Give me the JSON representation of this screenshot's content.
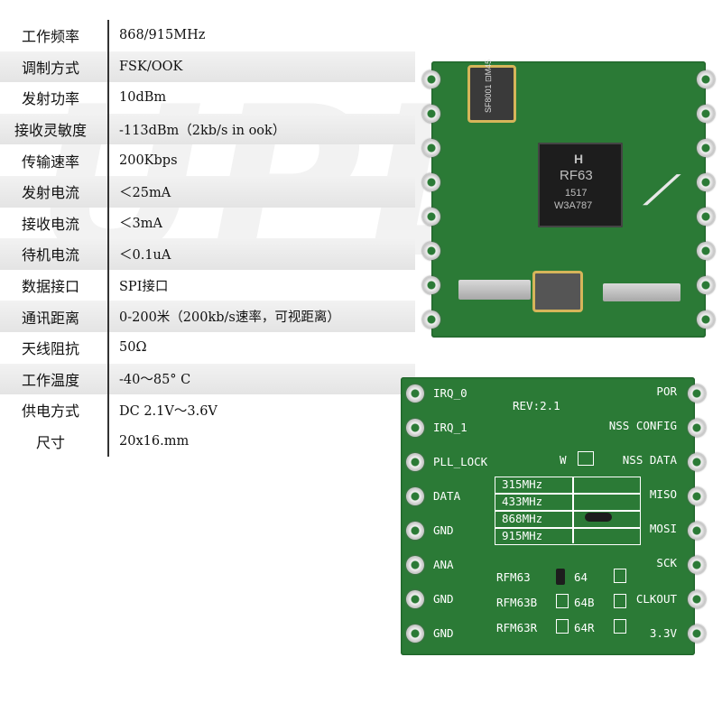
{
  "specs": [
    {
      "label": "工作频率",
      "value": "868/915MHz"
    },
    {
      "label": "调制方式",
      "value": "FSK/OOK"
    },
    {
      "label": "发射功率",
      "value": "10dBm"
    },
    {
      "label": "接收灵敏度",
      "value": "-113dBm（2kb/s in ook）"
    },
    {
      "label": "传输速率",
      "value": "200Kbps"
    },
    {
      "label": "发射电流",
      "value": "＜25mA"
    },
    {
      "label": "接收电流",
      "value": "＜3mA"
    },
    {
      "label": "待机电流",
      "value": "＜0.1uA"
    },
    {
      "label": "数据接口",
      "value": "SPI接口"
    },
    {
      "label": "通讯距离",
      "value": "0-200米（200kb/s速率，可视距离）"
    },
    {
      "label": "天线阻抗",
      "value": "50Ω"
    },
    {
      "label": "工作温度",
      "value": "-40～85° C"
    },
    {
      "label": "供电方式",
      "value": "DC 2.1V～3.6V"
    },
    {
      "label": "尺寸",
      "value": "20x16.mm"
    }
  ],
  "front_board": {
    "crystal_text": "SF8001 ⊡M45",
    "chip_lines": [
      "H",
      "RF63",
      "1517",
      "W3A787"
    ]
  },
  "back_board": {
    "left_pins": [
      "IRQ_0",
      "IRQ_1",
      "PLL_LOCK",
      "DATA",
      "GND",
      "ANA",
      "GND",
      "GND"
    ],
    "right_pins": [
      "POR",
      "NSS CONFIG",
      "NSS DATA",
      "MISO",
      "MOSI",
      "SCK",
      "CLKOUT",
      "3.3V"
    ],
    "rev": "REV:2.1",
    "w_label": "W",
    "freqs": [
      "315MHz",
      "433MHz",
      "868MHz",
      "915MHz"
    ],
    "models": [
      "RFM63",
      "RFM63B",
      "RFM63R"
    ],
    "variants": [
      "64",
      "64B",
      "64R"
    ]
  }
}
